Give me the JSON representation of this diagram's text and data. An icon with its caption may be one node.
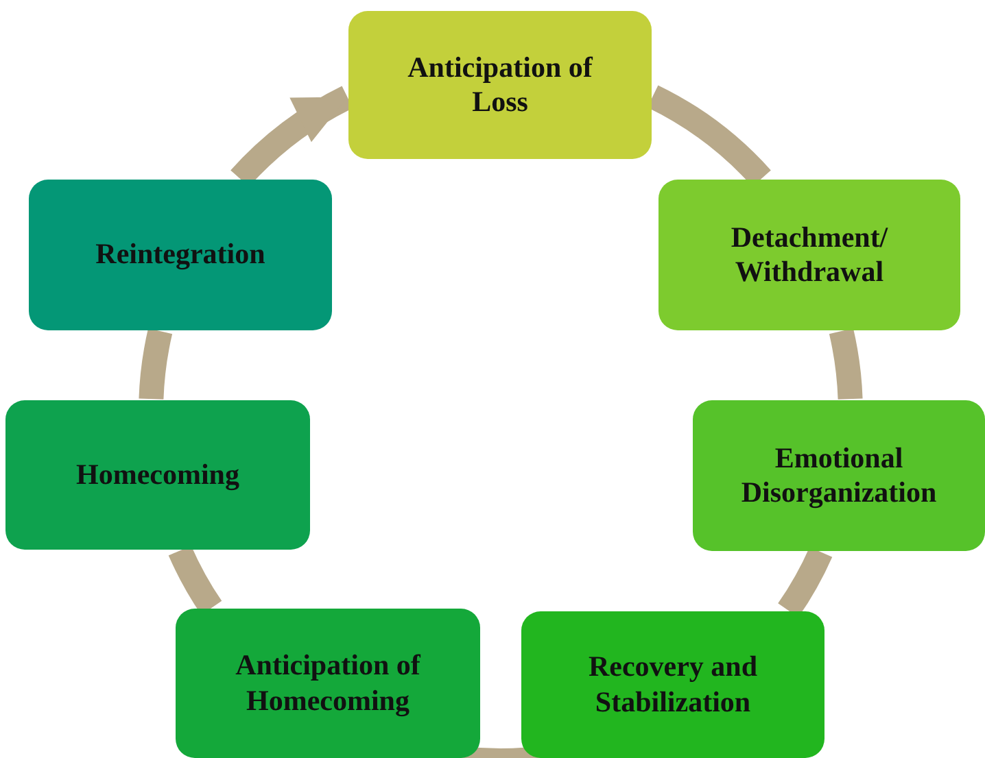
{
  "diagram": {
    "nodes": [
      {
        "text": [
          "Anticipation of Loss"
        ]
      },
      {
        "text": [
          "Detachment/ Withdrawal"
        ]
      },
      {
        "text": [
          "Emotional Disorganization"
        ]
      },
      {
        "text": [
          "Recovery and Stabilization"
        ]
      },
      {
        "text": [
          "Anticipation of Homecoming"
        ]
      },
      {
        "text": [
          "Homecoming"
        ]
      },
      {
        "text": [
          "Reintegration"
        ]
      }
    ],
    "edges": [
      {
        "from": 0,
        "to": 1,
        "arrow": "none"
      },
      {
        "from": 1,
        "to": 2,
        "arrow": "none"
      },
      {
        "from": 2,
        "to": 3,
        "arrow": "none"
      },
      {
        "from": 3,
        "to": 4,
        "arrow": "none"
      },
      {
        "from": 4,
        "to": 5,
        "arrow": "none"
      },
      {
        "from": 5,
        "to": 6,
        "arrow": "none"
      },
      {
        "from": 6,
        "to": 0,
        "arrow": "to"
      }
    ]
  }
}
